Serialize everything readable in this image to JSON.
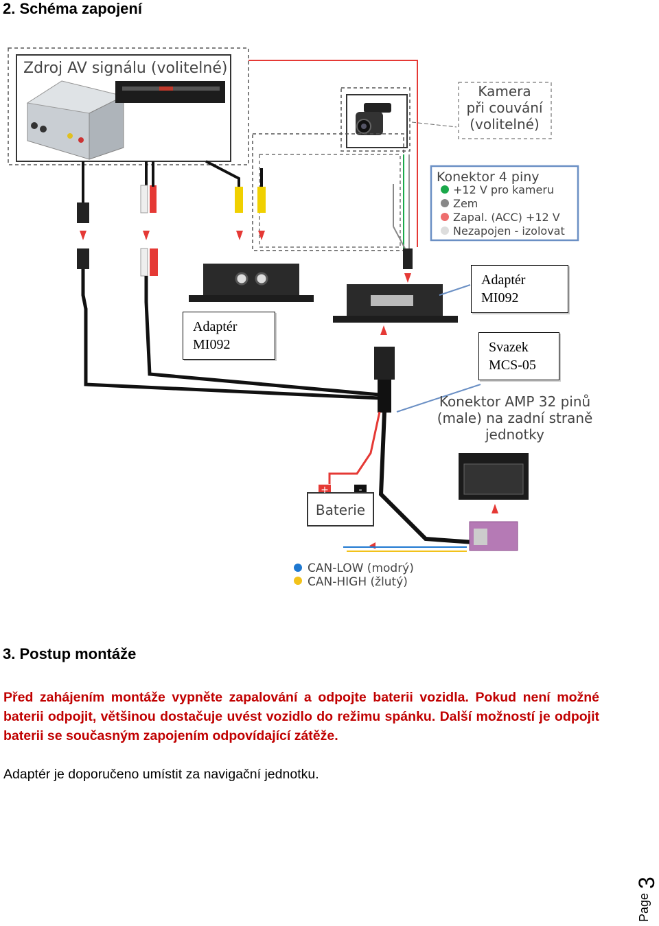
{
  "section2": {
    "title": "2.  Schéma zapojení"
  },
  "diagram": {
    "av_source_label": "Zdroj AV signálu (volitelné)",
    "camera_label": [
      "Kamera",
      "při couvání",
      "(volitelné)"
    ],
    "connector4_title": "Konektor 4 piny",
    "connector4_items": [
      {
        "text": "+12 V pro kameru",
        "color": "#1aa84a"
      },
      {
        "text": "Zem",
        "color": "#888888"
      },
      {
        "text": "Zapal. (ACC) +12 V",
        "color": "#ee6e6e"
      },
      {
        "text": "Nezapojen - izolovat",
        "color": "#dddddd"
      }
    ],
    "adapter_left": [
      "Adaptér",
      "MI092"
    ],
    "adapter_right": [
      "Adaptér",
      "MI092"
    ],
    "harness": [
      "Svazek",
      "MCS-05"
    ],
    "amp_label": [
      "Konektor AMP 32 pinů",
      "(male) na zadní straně",
      "jednotky"
    ],
    "battery_label": "Baterie",
    "battery_plus": "+",
    "battery_minus": "-",
    "can_low": {
      "text": "CAN-LOW (modrý)",
      "color": "#1e78d0"
    },
    "can_high": {
      "text": "CAN-HIGH (žlutý)",
      "color": "#f2c21a"
    }
  },
  "section3": {
    "title": "3.  Postup montáže",
    "warning": "Před zahájením montáže vypněte zapalování a odpojte baterii vozidla. Pokud není možné baterii odpojit, většinou dostačuje uvést vozidlo do režimu spánku. Další možností je odpojit baterii se současným zapojením odpovídající zátěže.",
    "note": "Adaptér je doporučeno umístit za navigační jednotku."
  },
  "footer": {
    "page_word": "Page",
    "page_number": "3"
  }
}
